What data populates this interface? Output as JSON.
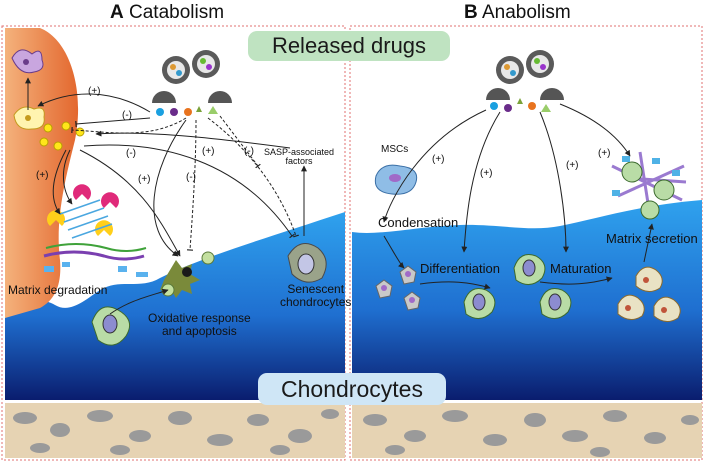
{
  "panels": {
    "a": {
      "letter": "A",
      "title": "Catabolism"
    },
    "b": {
      "letter": "B",
      "title": "Anabolism"
    }
  },
  "banners": {
    "released_drugs": "Released drugs",
    "chondrocytes": "Chondrocytes"
  },
  "labels": {
    "matrix_degradation": "Matrix degradation",
    "oxidative_line1": "Oxidative response",
    "oxidative_line2": "and apoptosis",
    "senescent_line1": "Senescent",
    "senescent_line2": "chondrocytes",
    "sasp_line1": "SASP-associated",
    "sasp_line2": "factors",
    "mscs": "MSCs",
    "condensation": "Condensation",
    "differentiation": "Differentiation",
    "maturation": "Maturation",
    "matrix_secretion": "Matrix secretion"
  },
  "signs": {
    "plus": "(+)",
    "minus": "(-)"
  },
  "colors": {
    "cartilage_top": "#2fa2ee",
    "cartilage_bottom": "#0a1d6e",
    "banner_green": "#bfe3c1",
    "banner_blue": "#cfe6f6",
    "bone": "#e6d3b3",
    "bone_spots": "#9a9a9a",
    "synovium": "#e98a4a",
    "frame": "#e07070"
  }
}
